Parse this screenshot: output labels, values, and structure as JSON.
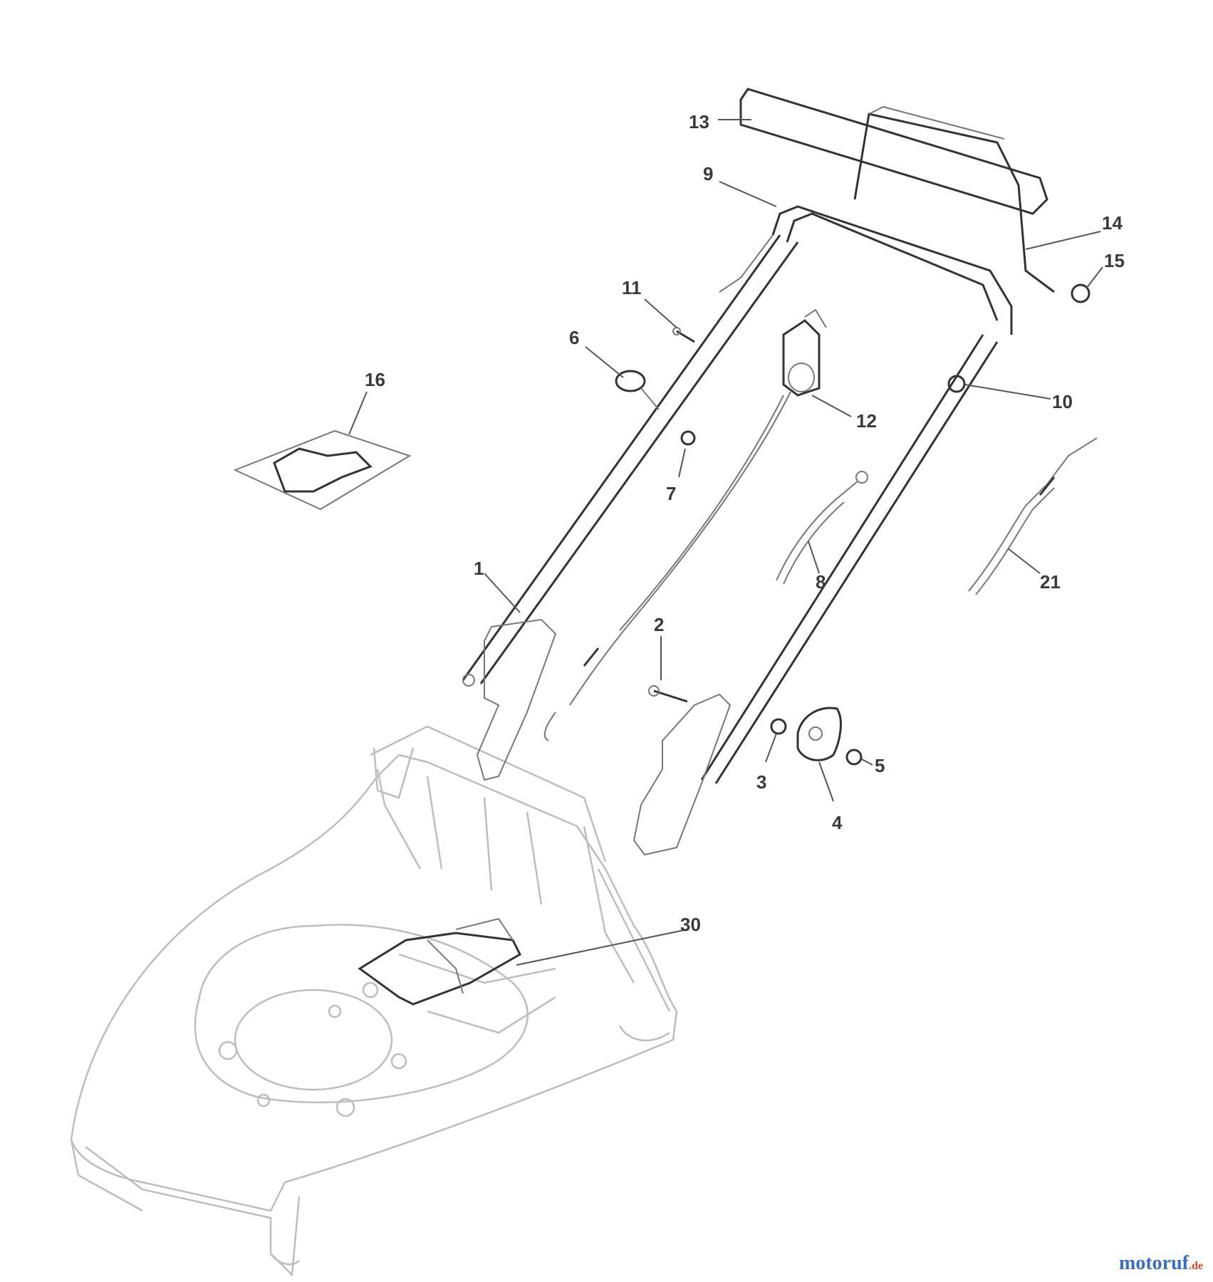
{
  "callouts": [
    "1",
    "2",
    "3",
    "4",
    "5",
    "6",
    "7",
    "8",
    "9",
    "10",
    "11",
    "12",
    "13",
    "14",
    "15",
    "16",
    "21",
    "30"
  ],
  "watermark": {
    "text": "motoruf",
    "suffix": ".de"
  },
  "colors": {
    "callout": "#3a3a3a",
    "housing": "#bdbdbd",
    "part": "#777777",
    "watermark_primary": "#3b6fb6",
    "watermark_secondary": "#d24a3a"
  }
}
